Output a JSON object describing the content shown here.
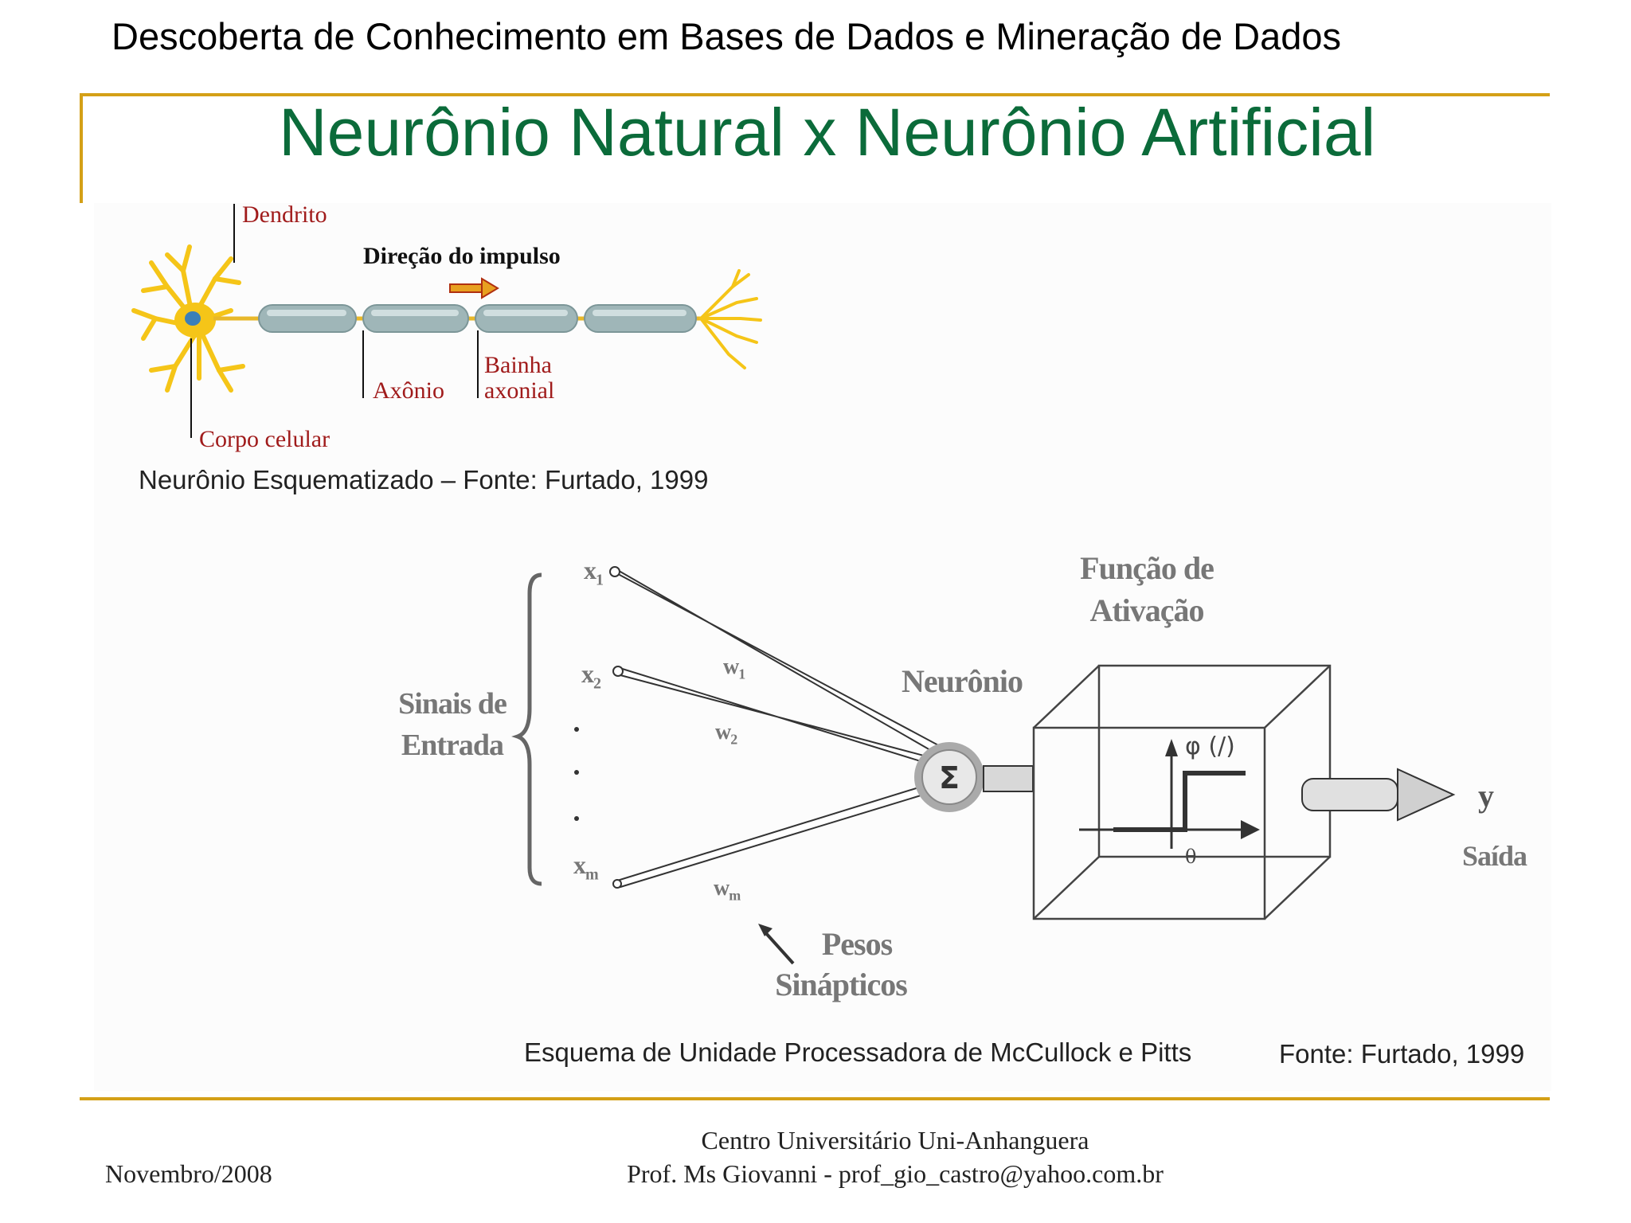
{
  "header": {
    "course_title": "Descoberta de Conhecimento em Bases de Dados e Mineração de Dados"
  },
  "slide": {
    "title": "Neurônio Natural x Neurônio Artificial"
  },
  "natural_neuron": {
    "labels": {
      "dendrite": "Dendrito",
      "impulse_direction": "Direção do impulso",
      "axon": "Axônio",
      "sheath_line1": "Bainha",
      "sheath_line2": "axonial",
      "cell_body": "Corpo celular"
    },
    "caption": "Neurônio Esquematizado – Fonte: Furtado, 1999",
    "colors": {
      "cell": "#F5C518",
      "labels": "#A01B1B",
      "impulse_arrow": "#E8A020"
    }
  },
  "artificial_neuron": {
    "inputs_label_line1": "Sinais de",
    "inputs_label_line2": "Entrada",
    "inputs": [
      "x",
      "x",
      "x"
    ],
    "input_subscripts": [
      "1",
      "2",
      "m"
    ],
    "weights": [
      "w",
      "w",
      "w"
    ],
    "weight_subscripts": [
      "1",
      "2",
      "m"
    ],
    "ellipsis": ".",
    "neuron_label": "Neurônio",
    "sum_symbol": "Σ",
    "activation_line1": "Função de",
    "activation_line2": "Ativação",
    "phi": "φ (/)",
    "theta": "θ",
    "output_symbol": "y",
    "output_label": "Saída",
    "weights_label_line1": "Pesos",
    "weights_label_line2": "Sinápticos",
    "caption_main": "Esquema de Unidade Processadora de McCullock e Pitts",
    "caption_source": "Fonte: Furtado, 1999"
  },
  "footer": {
    "date": "Novembro/2008",
    "institution": "Centro Universitário Uni-Anhanguera",
    "author": "Prof. Ms Giovanni - prof_gio_castro@yahoo.com.br"
  },
  "colors": {
    "title_green": "#0B6B3A",
    "rule_gold": "#D4A017"
  }
}
